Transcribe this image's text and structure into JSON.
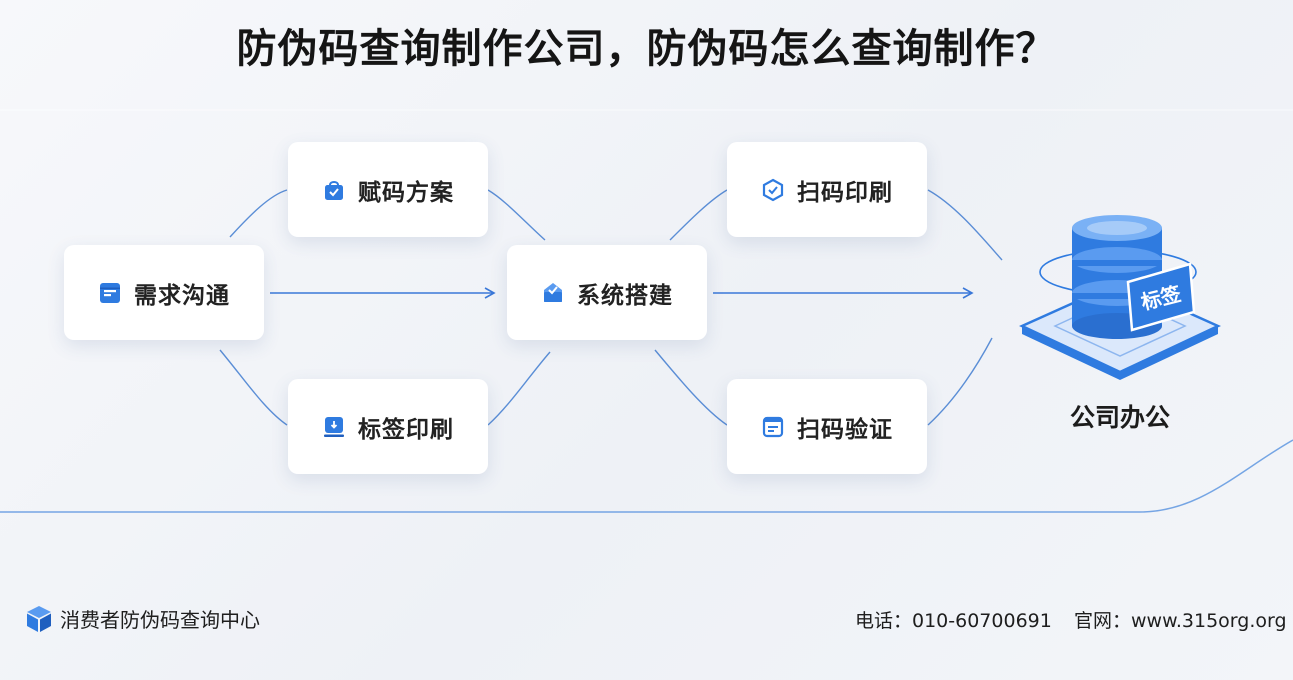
{
  "title": "防伪码查询制作公司，防伪码怎么查询制作？",
  "nodes": {
    "requirement": {
      "label": "需求沟通",
      "icon": "folder-icon"
    },
    "plan": {
      "label": "赋码方案",
      "icon": "bag-check-icon"
    },
    "label_print": {
      "label": "标签印刷",
      "icon": "print-tray-icon"
    },
    "system": {
      "label": "系统搭建",
      "icon": "envelope-check-icon"
    },
    "scan_print": {
      "label": "扫码印刷",
      "icon": "shield-check-icon"
    },
    "scan_verify": {
      "label": "扫码验证",
      "icon": "document-icon"
    }
  },
  "destination": {
    "label": "公司办公",
    "tag_text": "标签",
    "icon": "database-icon"
  },
  "footer": {
    "brand": "消费者防伪码查询中心",
    "brand_icon": "cube-icon",
    "phone": "电话：010-60700691",
    "website": "官网：www.315org.org"
  },
  "colors": {
    "accent": "#2f7be0",
    "accent_light": "#5a9bf0",
    "line": "#5b8ed6",
    "text": "#1e1e1e"
  }
}
